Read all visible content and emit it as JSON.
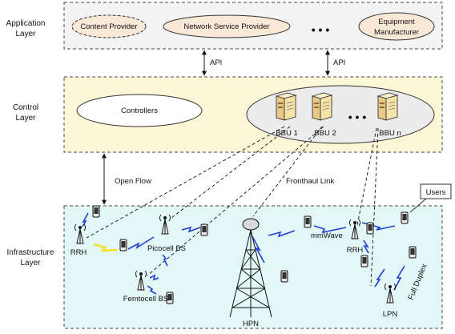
{
  "layers": {
    "application": {
      "label_line1": "Application",
      "label_line2": "Layer"
    },
    "control": {
      "label_line1": "Control",
      "label_line2": "Layer"
    },
    "infrastructure": {
      "label_line1": "Infrastructure",
      "label_line2": "Layer"
    }
  },
  "application": {
    "content_provider": "Content Provider",
    "network_service_provider": "Network Service Provider",
    "ellipsis": "• • •",
    "equipment_line1": "Equipment",
    "equipment_line2": "Manufacturer"
  },
  "api_labels": [
    "API",
    "API"
  ],
  "control": {
    "controllers": "Controllers",
    "bbu1": "BBU 1",
    "bbu2": "BBU 2",
    "bbu_n": "BBU n",
    "ellipsis": "• • •"
  },
  "links": {
    "open_flow": "Open Flow",
    "fronthaul": "Fronthaul Link"
  },
  "infrastructure": {
    "users": "Users",
    "rrh_left": "RRH",
    "picocell": "Picocell BS",
    "femtocell": "Femtocell BS",
    "hpn": "HPN",
    "mmwave": "mmWave",
    "rrh_right": "RRH",
    "lpn": "LPN",
    "full_duplex": "Full Duplex"
  },
  "colors": {
    "application_bg": "#f4f4f4",
    "control_bg": "#fdf7d7",
    "infrastructure_bg": "#e3f7f7",
    "wireless_blue": "#1e3fd0",
    "wireless_yellow": "#f1e21a"
  }
}
